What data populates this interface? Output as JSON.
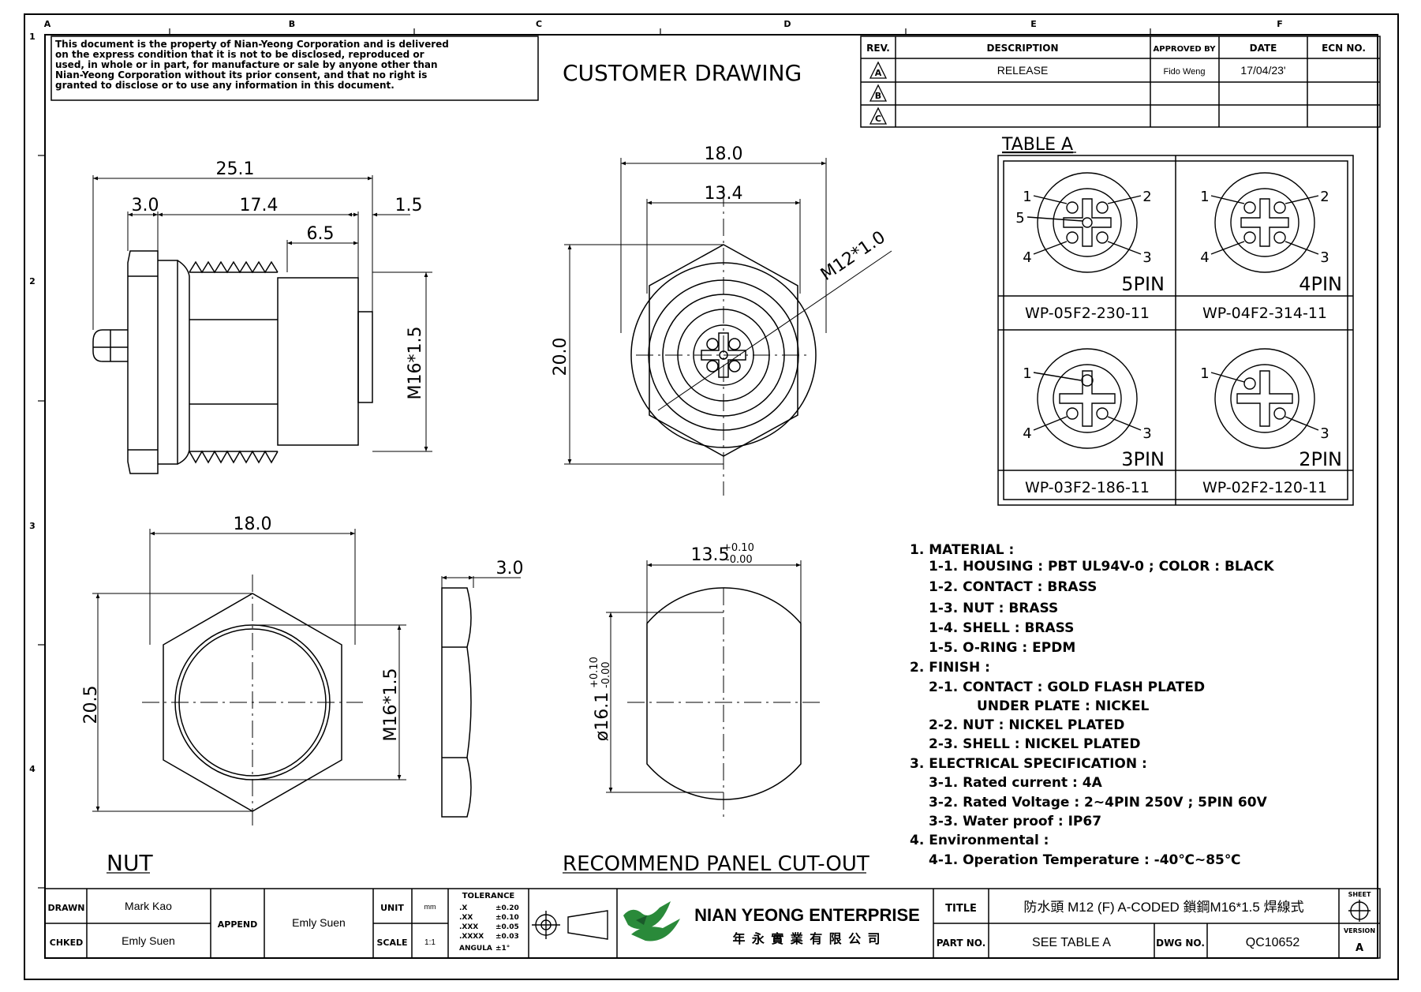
{
  "border": {
    "col_letters": [
      "A",
      "B",
      "C",
      "D",
      "E",
      "F"
    ],
    "row_numbers": [
      "1",
      "2",
      "3",
      "4"
    ]
  },
  "notice": {
    "lines": [
      "This document is the property of Nian-Yeong Corporation and is delivered",
      "on  the  express condition that it is not to be disclosed, reproduced or",
      "used, in whole or in part, for manufacture or sale by anyone other than",
      "Nian-Yeong Corporation without  its prior consent, and that  no right  is",
      "granted to disclose or to use any information in this  document."
    ]
  },
  "drawing_title": "CUSTOMER  DRAWING",
  "revision_table": {
    "headers": {
      "rev": "REV.",
      "description": "DESCRIPTION",
      "approved": "APPROVED BY",
      "date": "DATE",
      "ecn": "ECN NO."
    },
    "rows": [
      {
        "rev": "A",
        "description": "RELEASE",
        "approved": "Fido Weng",
        "date": "17/04/23'",
        "ecn": ""
      },
      {
        "rev": "B",
        "description": "",
        "approved": "",
        "date": "",
        "ecn": ""
      },
      {
        "rev": "C",
        "description": "",
        "approved": "",
        "date": "",
        "ecn": ""
      }
    ]
  },
  "side_view": {
    "dims": {
      "total": "25.1",
      "a": "3.0",
      "b": "17.4",
      "c": "6.5",
      "d": "1.5",
      "thread": "M16*1.5"
    }
  },
  "front_view": {
    "dims": {
      "width": "18.0",
      "inner": "13.4",
      "height": "20.0",
      "thread": "M12*1.0"
    }
  },
  "table_a": {
    "title": "TABLE A",
    "cells": [
      {
        "label": "5PIN",
        "part": "WP-05F2-230-11",
        "pins": [
          "1",
          "2",
          "3",
          "4",
          "5"
        ]
      },
      {
        "label": "4PIN",
        "part": "WP-04F2-314-11",
        "pins": [
          "1",
          "2",
          "3",
          "4"
        ]
      },
      {
        "label": "3PIN",
        "part": "WP-03F2-186-11",
        "pins": [
          "1",
          "3",
          "4"
        ]
      },
      {
        "label": "2PIN",
        "part": "WP-02F2-120-11",
        "pins": [
          "1",
          "3"
        ]
      }
    ]
  },
  "nut_view": {
    "label": "NUT",
    "dims": {
      "width": "18.0",
      "height": "20.5",
      "thread": "M16*1.5",
      "thickness": "3.0"
    }
  },
  "cutout_view": {
    "label": "RECOMMEND  PANEL  CUT-OUT",
    "dims": {
      "width": "13.5",
      "width_tol_upper": "+0.10",
      "width_tol_lower": "-0.00",
      "diameter": "ø16.1",
      "dia_tol_upper": "+0.10",
      "dia_tol_lower": "-0.00"
    }
  },
  "notes": [
    "1.  MATERIAL :",
    "1-1.  HOUSING : PBT UL94V-0 ; COLOR : BLACK",
    "1-2.  CONTACT : BRASS",
    "1-3.  NUT : BRASS",
    "1-4.  SHELL : BRASS",
    "1-5.  O-RING : EPDM",
    "2.  FINISH :",
    "2-1.  CONTACT : GOLD FLASH PLATED",
    "UNDER PLATE : NICKEL",
    "2-2.  NUT : NICKEL PLATED",
    "2-3.  SHELL : NICKEL PLATED",
    "3.  ELECTRICAL SPECIFICATION :",
    "3-1.  Rated current : 4A",
    "3-2.  Rated Voltage : 2~4PIN 250V ; 5PIN 60V",
    "3-3.  Water proof : IP67",
    "4.  Environmental :",
    "4-1.  Operation Temperature : -40℃~85℃"
  ],
  "title_block": {
    "drawn_label": "DRAWN",
    "drawn": "Mark Kao",
    "checked_label": "CHKED",
    "checked": "Emly Suen",
    "append_label": "APPEND",
    "append": "Emly Suen",
    "unit_label": "UNIT",
    "unit": "mm",
    "scale_label": "SCALE",
    "scale": "1:1",
    "tolerance_title": "TOLERANCE",
    "tolerances": [
      {
        "k": ".X",
        "v": "±0.20"
      },
      {
        "k": ".XX",
        "v": "±0.10"
      },
      {
        "k": ".XXX",
        "v": "±0.05"
      },
      {
        "k": ".XXXX",
        "v": "±0.03"
      },
      {
        "k": "ANGULA",
        "v": "±1°"
      }
    ],
    "company_en": "NIAN YEONG ENTERPRISE",
    "company_cn": "年 永 實 業 有 限 公 司",
    "title_label": "TITLE",
    "title": "防水頭  M12  (F)  A-CODED  鎖鋼M16*1.5  焊線式",
    "part_label": "PART NO.",
    "part": "SEE  TABLE  A",
    "dwg_label": "DWG NO.",
    "dwg": "QC10652",
    "sheet_label": "SHEET",
    "version_label": "VERSION",
    "version": "A"
  }
}
